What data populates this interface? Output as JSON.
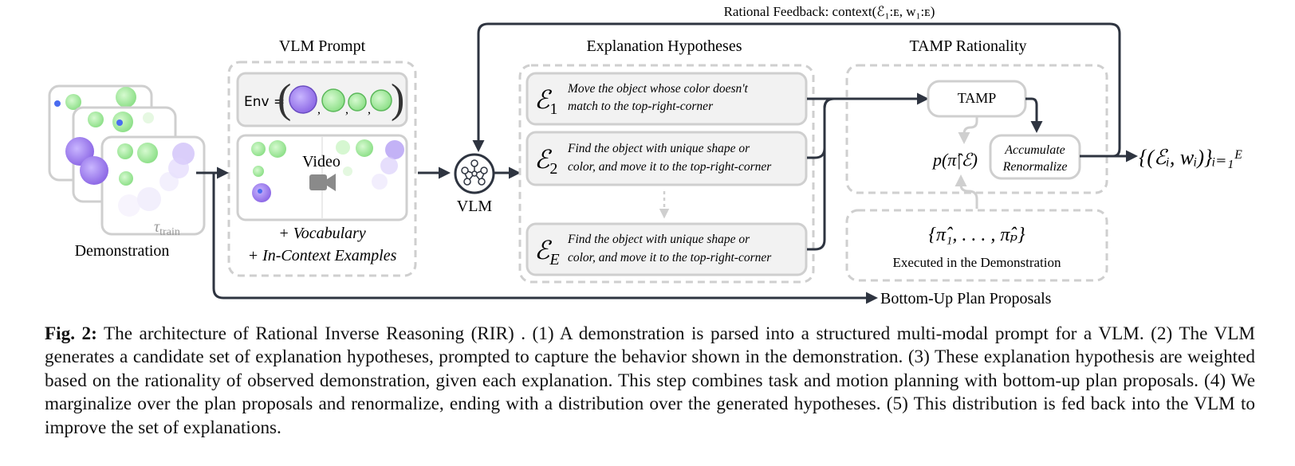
{
  "figure": {
    "demonstration_label": "Demonstration",
    "tau_symbol": "τ",
    "tau_subscript": "train",
    "vlm_prompt": {
      "title": "VLM Prompt",
      "env_label": "Env =",
      "video_label": "Video",
      "vocabulary": "+ Vocabulary",
      "examples": "+ In-Context Examples"
    },
    "vlm_label": "VLM",
    "hypotheses": {
      "title": "Explanation Hypotheses",
      "items": [
        {
          "symbol": "ℰ",
          "sub": "1",
          "line1": "Move the object whose color doesn't",
          "line2": "match to the top-right-corner"
        },
        {
          "symbol": "ℰ",
          "sub": "2",
          "line1": "Find the object with unique shape or",
          "line2": "color, and move it to the top-right-corner"
        },
        {
          "symbol": "ℰ",
          "sub": "E",
          "line1": "Find the object with unique shape or",
          "line2": "color, and move it to the top-right-corner"
        }
      ]
    },
    "tamp": {
      "title": "TAMP Rationality",
      "tamp_label": "TAMP",
      "accumulate": "Accumulate",
      "renormalize": "Renormalize",
      "prob_label": "p(π̂|ℰ)"
    },
    "plans": {
      "set_label": "{π̂₁, . . . , π̂ₚ}",
      "executed": "Executed in the Demonstration"
    },
    "output_label": "{(ℰᵢ, wᵢ)}ᵢ₌₁ᴱ",
    "feedback_label": "Rational Feedback: context(ℰ₁:ᴇ, w₁:ᴇ)",
    "bottom_up_label": "Bottom-Up Plan Proposals",
    "colors": {
      "green": "#b8f2b0",
      "purple": "#a98cf0",
      "box_fill": "#f2f2f2",
      "box_stroke": "#cfcfcf",
      "arrow": "#2e3440"
    }
  },
  "caption": {
    "label": "Fig. 2:",
    "text": " The architecture of Rational Inverse Reasoning (RIR) . (1) A demonstration is parsed into a structured multi-modal prompt for a VLM. (2) The VLM generates a candidate set of explanation hypotheses, prompted to capture the behavior shown in the demonstration. (3) These explanation hypothesis are weighted based on the rationality of observed demonstration, given each explanation. This step combines task and motion planning with bottom-up plan proposals. (4) We marginalize over the plan proposals and renormalize, ending with a distribution over the generated hypotheses. (5) This distribution is fed back into the VLM to improve the set of explanations."
  }
}
